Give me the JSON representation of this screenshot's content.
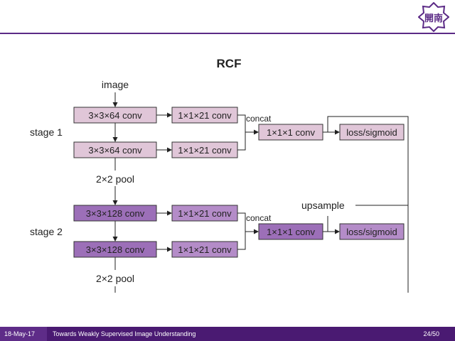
{
  "slide": {
    "logo_text": "開南",
    "footer": {
      "date": "18-May-17",
      "title": "Towards Weakly Supervised Image Understanding",
      "page": "24/50"
    }
  },
  "diagram": {
    "title": "RCF",
    "input_label": "image",
    "stages": [
      {
        "label": "stage 1",
        "conv_a": "3×3×64 conv",
        "conv_b": "3×3×64 conv",
        "side_a": "1×1×21 conv",
        "side_b": "1×1×21 conv",
        "concat": "concat",
        "fuse": "1×1×1 conv",
        "loss": "loss/sigmoid",
        "pool": "2×2 pool",
        "conv_color": "#e0c6d8",
        "side_color": "#e0c6d8"
      },
      {
        "label": "stage 2",
        "conv_a": "3×3×128 conv",
        "conv_b": "3×3×128 conv",
        "side_a": "1×1×21 conv",
        "side_b": "1×1×21 conv",
        "concat": "concat",
        "fuse": "1×1×1 conv",
        "loss": "loss/sigmoid",
        "pool": "2×2 pool",
        "conv_color": "#9c6fb8",
        "side_color": "#b48cc8"
      }
    ],
    "upsample": "upsample"
  }
}
